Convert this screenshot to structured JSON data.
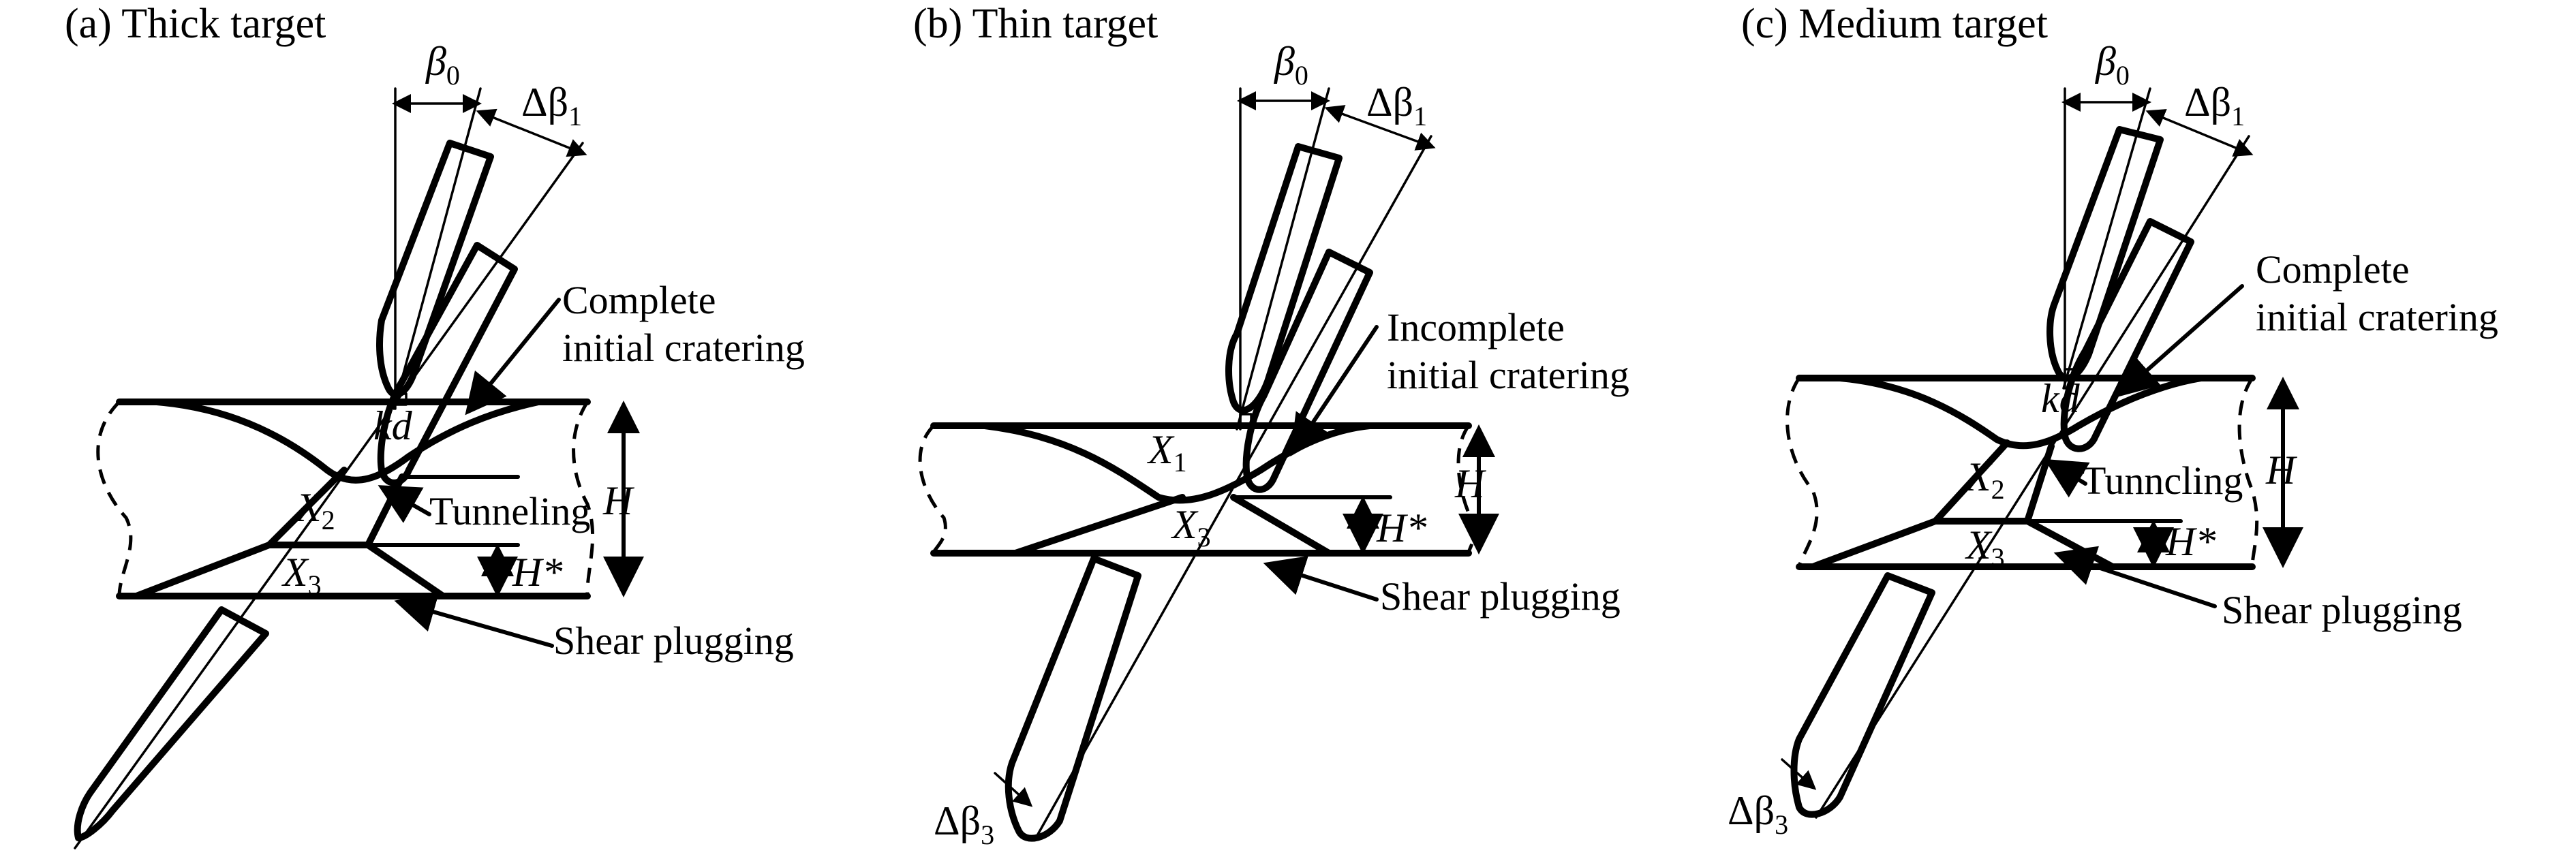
{
  "panels": [
    {
      "id": "a",
      "title": "(a) Thick target",
      "crater_label_1": "Complete",
      "crater_label_2": "initial cratering",
      "tunnel_label": "Tunneling",
      "shear_label": "Shear plugging"
    },
    {
      "id": "b",
      "title": "(b) Thin target",
      "crater_label_1": "Incomplete",
      "crater_label_2": "initial cratering",
      "shear_label": "Shear plugging"
    },
    {
      "id": "c",
      "title": "(c) Medium target",
      "crater_label_1": "Complete",
      "crater_label_2": "initial cratering",
      "tunnel_label": "Tunncling",
      "shear_label": "Shear plugging"
    }
  ],
  "symbols": {
    "beta": "β",
    "delta_beta": "Δβ",
    "sub_0": "0",
    "sub_1": "1",
    "sub_2": "2",
    "sub_3": "3",
    "H": "H",
    "H_star": "H*",
    "X": "X",
    "kd": "kd"
  }
}
